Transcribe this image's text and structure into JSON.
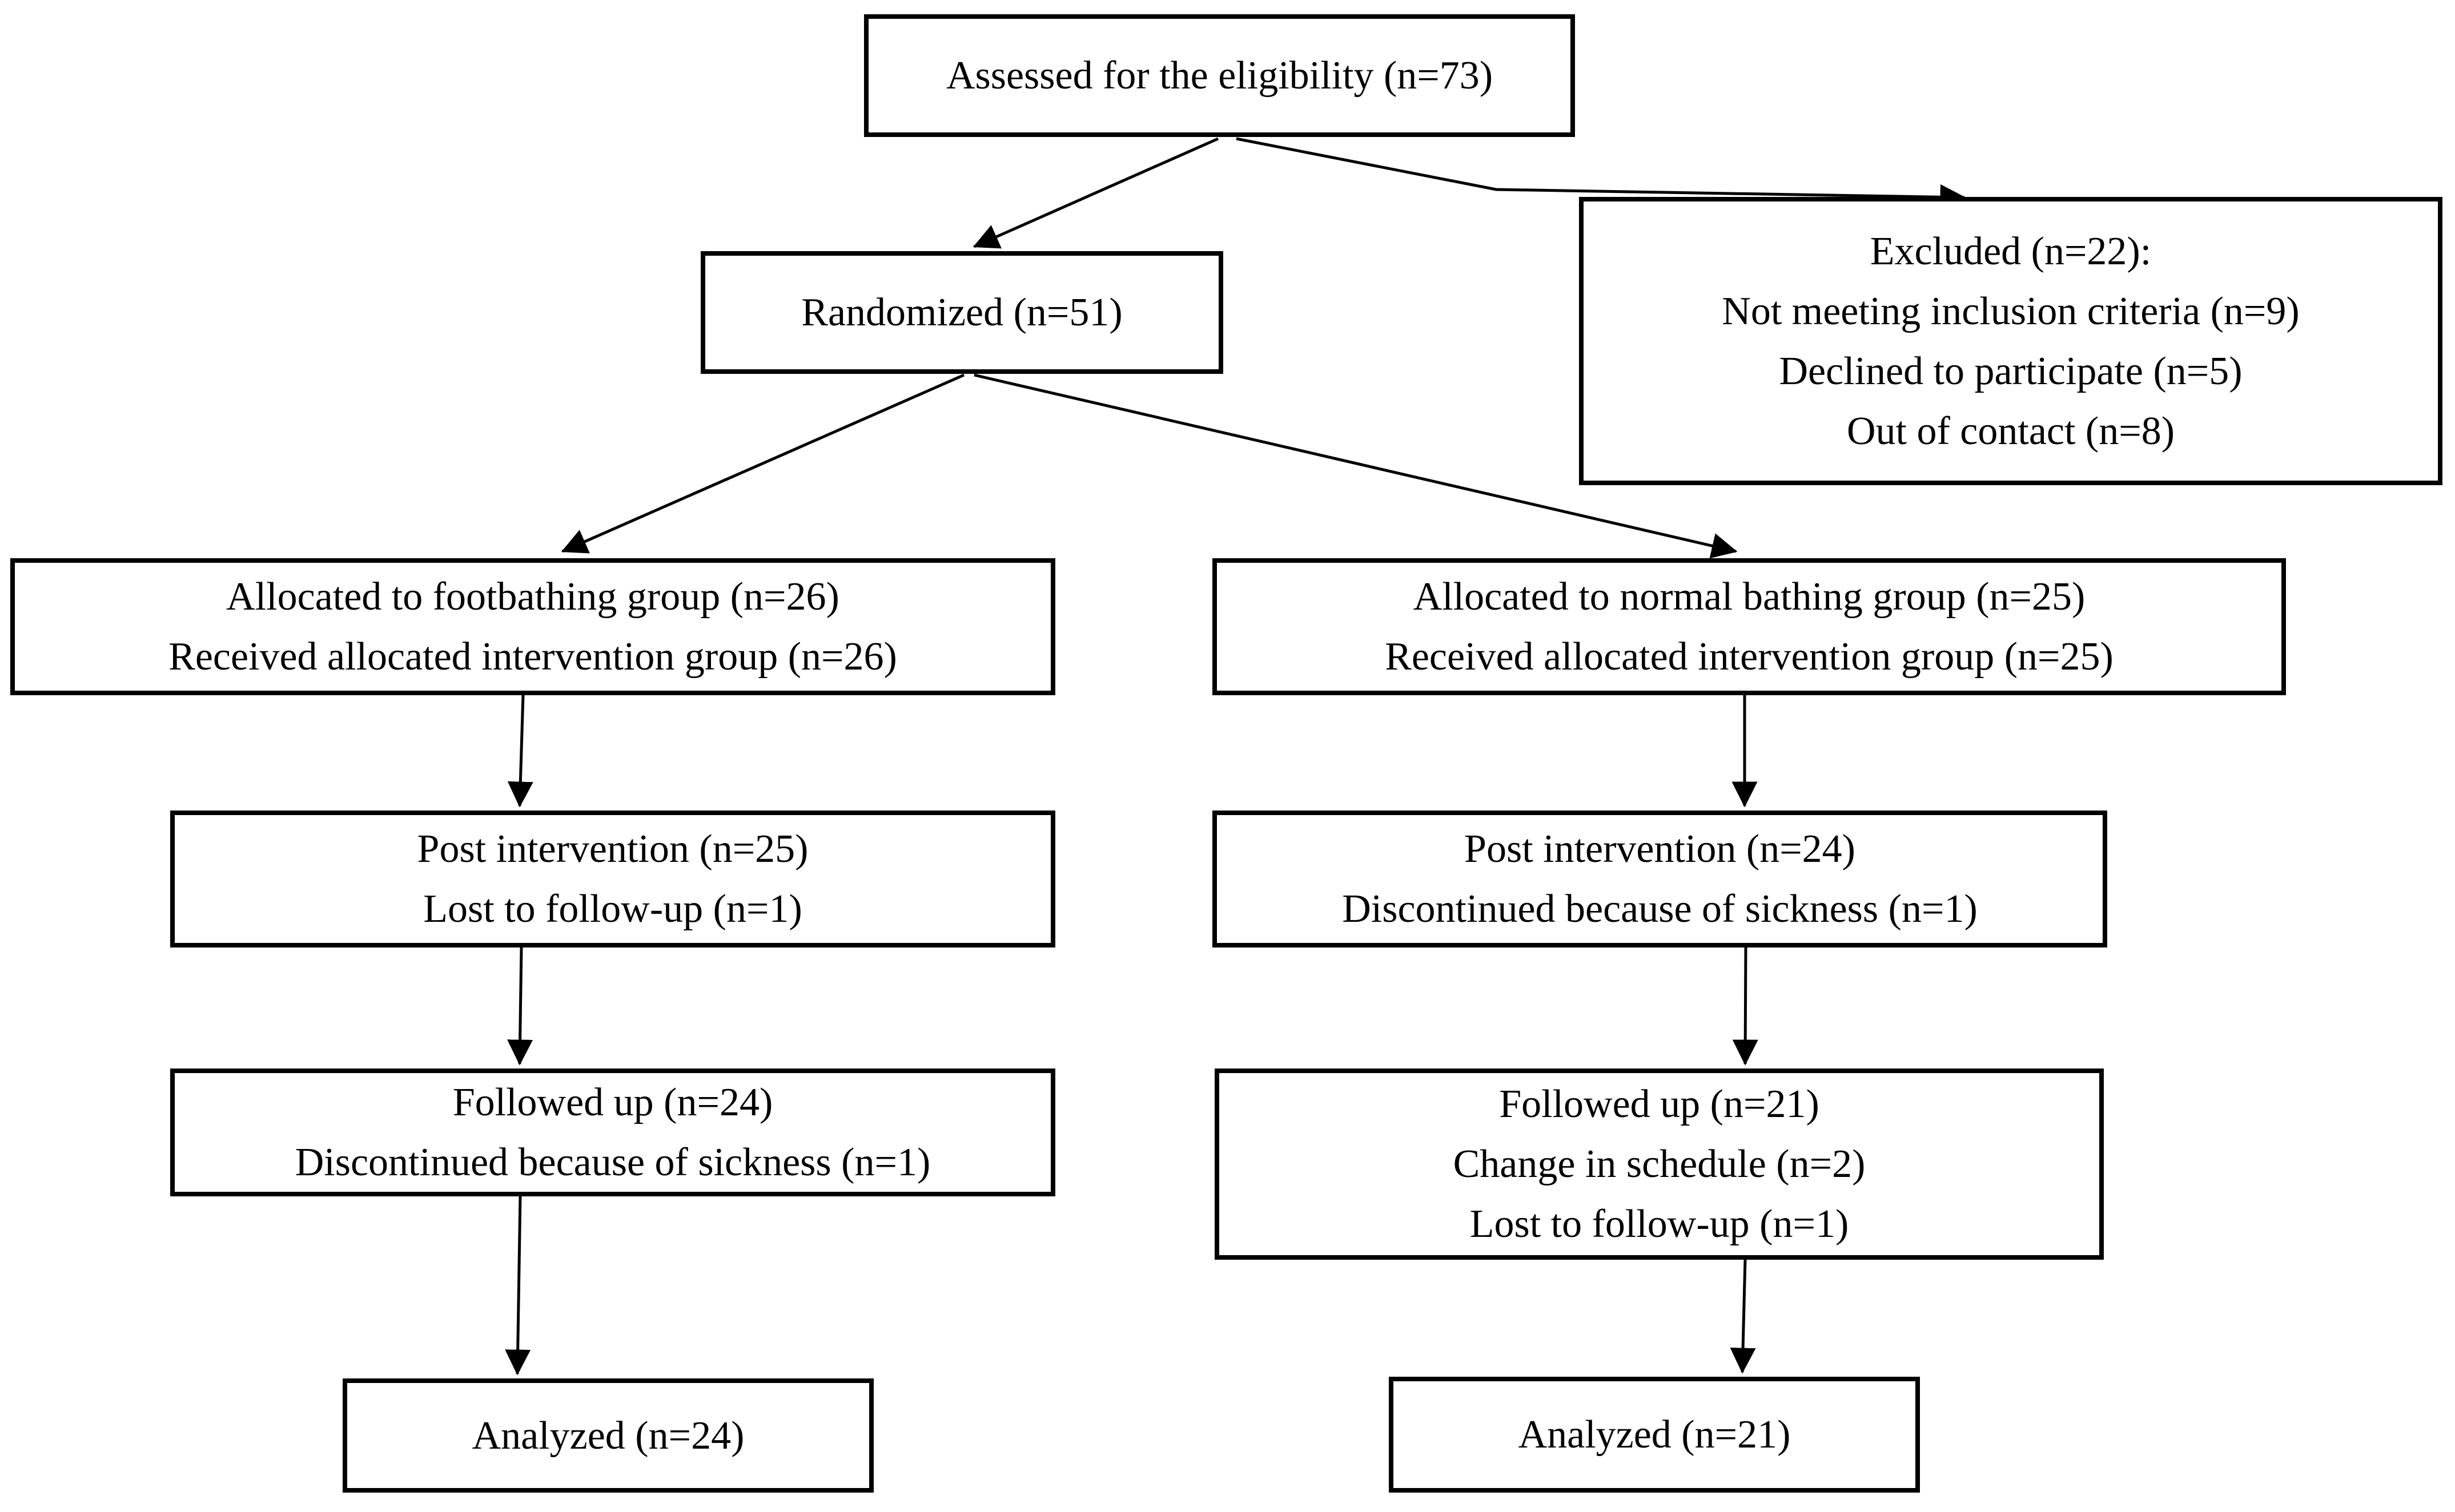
{
  "colors": {
    "background": "#ffffff",
    "box_fill": "#ffffff",
    "box_border": "#000000",
    "text": "#000000",
    "arrow": "#000000"
  },
  "nodes": {
    "assessed": {
      "lines": [
        "Assessed for the eligibility (n=73)"
      ]
    },
    "randomized": {
      "lines": [
        "Randomized (n=51)"
      ]
    },
    "excluded": {
      "lines": [
        "Excluded (n=22):",
        "Not meeting inclusion criteria (n=9)",
        "Declined to participate (n=5)",
        "Out of contact (n=8)"
      ]
    },
    "alloc_left": {
      "lines": [
        "Allocated to footbathing group (n=26)",
        "Received allocated intervention group (n=26)"
      ]
    },
    "alloc_right": {
      "lines": [
        "Allocated to normal bathing group (n=25)",
        "Received allocated intervention group (n=25)"
      ]
    },
    "post_left": {
      "lines": [
        "Post intervention (n=25)",
        "Lost to follow-up (n=1)"
      ]
    },
    "post_right": {
      "lines": [
        "Post intervention (n=24)",
        "Discontinued because of sickness (n=1)"
      ]
    },
    "follow_left": {
      "lines": [
        "Followed up (n=24)",
        "Discontinued because of sickness (n=1)"
      ]
    },
    "follow_right": {
      "lines": [
        "Followed up (n=21)",
        "Change in schedule (n=2)",
        "Lost to follow-up (n=1)"
      ]
    },
    "analyzed_left": {
      "lines": [
        "Analyzed (n=24)"
      ]
    },
    "analyzed_right": {
      "lines": [
        "Analyzed (n=21)"
      ]
    }
  }
}
